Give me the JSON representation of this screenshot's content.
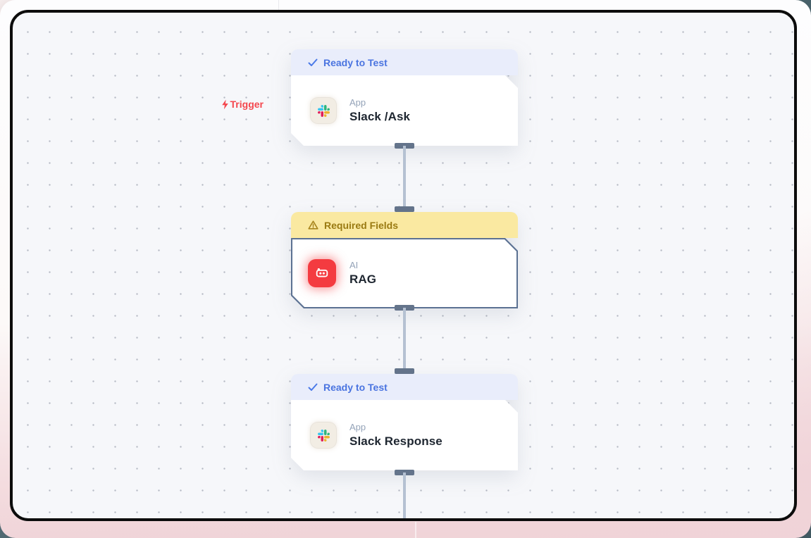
{
  "trigger": {
    "label": "Trigger",
    "icon": "lightning-icon",
    "color": "#f4474e"
  },
  "nodes": [
    {
      "id": "slack-ask",
      "status": "Ready to Test",
      "status_state": "ready",
      "status_icon": "check-icon",
      "category": "App",
      "title": "Slack /Ask",
      "app_icon": "slack-icon"
    },
    {
      "id": "rag",
      "status": "Required Fields",
      "status_state": "warning",
      "status_icon": "warning-icon",
      "category": "AI",
      "title": "RAG",
      "app_icon": "ai-robot-icon"
    },
    {
      "id": "slack-response",
      "status": "Ready to Test",
      "status_state": "ready",
      "status_icon": "check-icon",
      "category": "App",
      "title": "Slack Response",
      "app_icon": "slack-icon"
    }
  ],
  "colors": {
    "status_ready_text": "#4a74e0",
    "status_ready_bg": "#e9edfb",
    "status_warning_text": "#9a7a12",
    "status_warning_bg": "#fae9a1",
    "trigger_red": "#f4474e",
    "ai_icon_bg": "#f43b40",
    "slack_icon_bg": "#f2ede4",
    "rag_border": "#5b7192",
    "connector_line": "#b5c1d2",
    "connector_cap": "#64748b",
    "canvas_bg": "#f6f7fa",
    "frame_border": "#0c0c0c",
    "page_pink": "#f0d5d9"
  }
}
